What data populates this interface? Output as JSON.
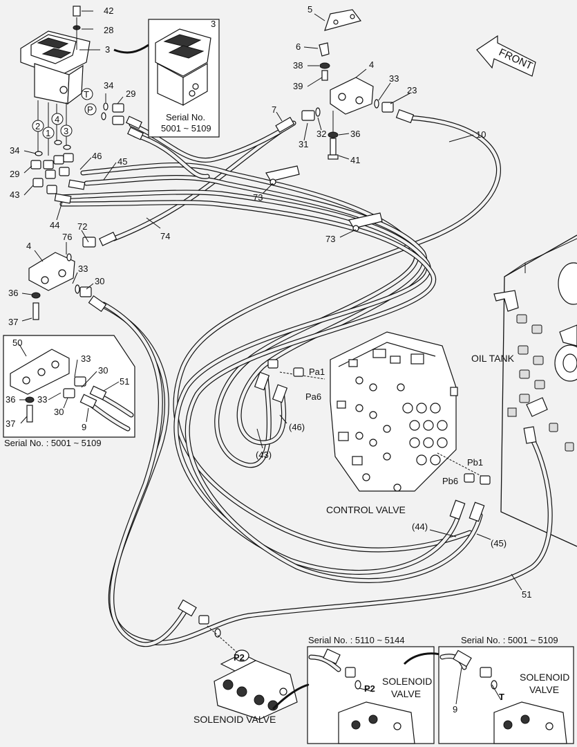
{
  "callouts": {
    "c42": "42",
    "c28": "28",
    "c3a": "3",
    "c3b": "3",
    "c34a": "34",
    "c29a": "29",
    "c34b": "34",
    "c29b": "29",
    "c43a": "43",
    "c46a": "46",
    "c45a": "45",
    "c44a": "44",
    "c72": "72",
    "c74": "74",
    "c76": "76",
    "c4a": "4",
    "c33a": "33",
    "c30a": "30",
    "c36a": "36",
    "c37a": "37",
    "c5": "5",
    "c6": "6",
    "c38": "38",
    "c39": "39",
    "c4b": "4",
    "c33b": "33",
    "c23": "23",
    "c7": "7",
    "c31": "31",
    "c32": "32",
    "c36b": "36",
    "c41": "41",
    "c10": "10",
    "c73a": "73",
    "c73b": "73",
    "c50": "50",
    "c33c": "33",
    "c30b": "30",
    "c51a": "51",
    "c9a": "9",
    "c36c": "36",
    "c33d": "33",
    "c30c": "30",
    "c37b": "37",
    "c43b": "(43)",
    "c46b": "(46)",
    "c44b": "(44)",
    "c45b": "(45)",
    "c51b": "51",
    "c9b": "9",
    "pa1": "Pa1",
    "pa6": "Pa6",
    "pb1": "Pb1",
    "pb6": "Pb6",
    "p2a": "P2",
    "p2b": "P2",
    "t": "T"
  },
  "port_circles": {
    "pc2": "2",
    "pc1": "1",
    "pc4": "4",
    "pc3": "3",
    "pT": "T",
    "pP": "P"
  },
  "captions": {
    "front": "FRONT",
    "oil_tank": "OIL TANK",
    "control_valve": "CONTROL VALVE",
    "solenoid_valve_main": "SOLENOID VALVE",
    "solenoid_valve_inset_a_1": "SOLENOID",
    "solenoid_valve_inset_a_2": "VALVE",
    "solenoid_valve_inset_b_1": "SOLENOID",
    "solenoid_valve_inset_b_2": "VALVE"
  },
  "serials": {
    "top_inset_1": "Serial No.",
    "top_inset_2": "5001 ~ 5109",
    "left_inset": "Serial No. : 5001 ~ 5109",
    "bottom_mid_inset": "Serial No. : 5110 ~ 5144",
    "bottom_right_inset": "Serial No. : 5001 ~ 5109"
  }
}
